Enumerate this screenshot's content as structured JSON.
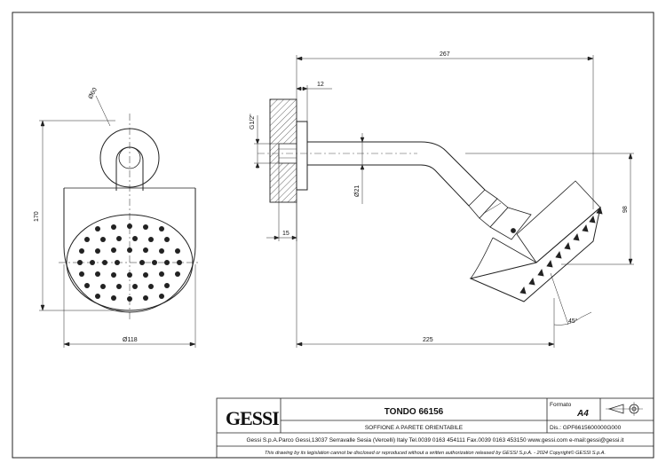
{
  "dimensions": {
    "d60": "Ø60",
    "h170": "170",
    "d118": "Ø118",
    "g12": "G1/2\"",
    "w12": "12",
    "w267": "267",
    "w15": "15",
    "d21": "Ø21",
    "h98": "98",
    "a45": "45°",
    "w225": "225"
  },
  "title_block": {
    "brand": "GESSI",
    "product": "TONDO 66156",
    "description": "SOFFIONE A PARETE ORIENTABILE",
    "format_label": "Formato",
    "format_value": "A4",
    "drawing_number": "Dis.: GPF6615600000G000",
    "address": "Gessi S.p.A.Parco Gessi,13037 Serravalle Sesia (Vercelli) Italy Tel.0039 0163 454111 Fax.0039 0163 453150 www.gessi.com e-mail:gessi@gessi.it",
    "legal": "This drawing by its legislation cannot be disclosed or reproduced without a written authorization released by GESSI S.p.A. - 2024 Copyright© GESSI S.p.A."
  }
}
